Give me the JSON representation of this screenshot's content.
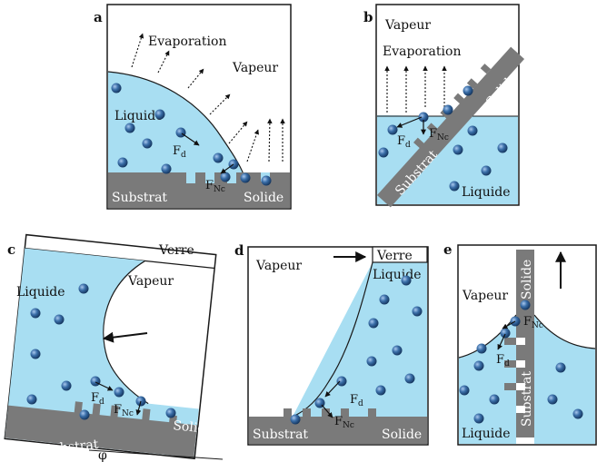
{
  "panels": {
    "a": {
      "letter": "a",
      "evaporation": "Evaporation",
      "vapour": "Vapeur",
      "liquid": "Liquide",
      "substrate": "Substrat",
      "solid": "Solide",
      "force_d": "F",
      "force_d_sub": "d",
      "force_nc": "F",
      "force_nc_sub": "Nc"
    },
    "b": {
      "letter": "b",
      "vapour": "Vapeur",
      "evaporation": "Evaporation",
      "solid": "Solide",
      "substrate": "Substrat",
      "liquid": "Liquide",
      "force_d": "F",
      "force_d_sub": "d",
      "force_nc": "F",
      "force_nc_sub": "Nc"
    },
    "c": {
      "letter": "c",
      "glass": "Verre",
      "liquid": "Liquide",
      "vapour": "Vapeur",
      "substrate": "Substrat",
      "solid": "Solide",
      "angle": "φ",
      "force_d": "F",
      "force_d_sub": "d",
      "force_nc": "F",
      "force_nc_sub": "Nc"
    },
    "d": {
      "letter": "d",
      "vapour": "Vapeur",
      "glass": "Verre",
      "liquid": "Liquide",
      "substrate": "Substrat",
      "solid": "Solide",
      "force_d": "F",
      "force_d_sub": "d",
      "force_nc": "F",
      "force_nc_sub": "Nc"
    },
    "e": {
      "letter": "e",
      "vapour": "Vapeur",
      "solid": "Solide",
      "substrate": "Substrat",
      "liquid": "Liquide",
      "force_d": "F",
      "force_d_sub": "d",
      "force_nc": "F",
      "force_nc_sub": "Nc"
    }
  },
  "colors": {
    "liquid": "#a8def2",
    "substrate": "#7a7a7a",
    "particle": "#2c5b94",
    "outline": "#1a1a1a"
  }
}
